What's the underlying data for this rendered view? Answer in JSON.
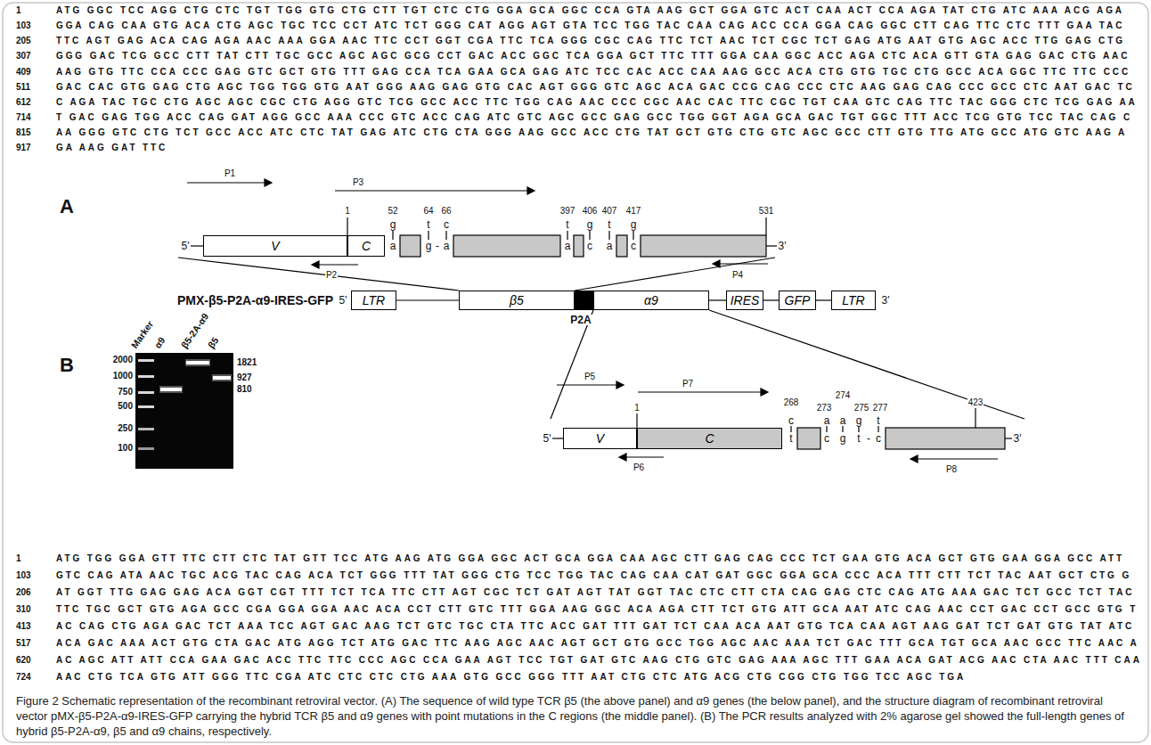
{
  "diagram": {
    "caption": "Figure 2 Schematic representation of the recombinant retroviral vector. (A) The sequence of wild type TCR β5 (the above panel) and α9 genes (the below panel), and the structure diagram of recombinant retroviral vector pMX-β5-P2A-α9-IRES-GFP carrying the hybrid TCR β5 and α9 genes with point mutations in the C regions (the middle panel). (B) The PCR results analyzed with 2% agarose gel showed the full-length genes of hybrid β5-P2A-α9, β5 and α9 chains, respectively.",
    "nodes": [
      {
        "text": [
          "V"
        ]
      },
      {
        "text": [
          "C"
        ]
      },
      {
        "text": [
          "LTR"
        ]
      },
      {
        "text": [
          "β5"
        ]
      },
      {
        "text": [
          "α9"
        ]
      },
      {
        "text": [
          "IRES"
        ]
      },
      {
        "text": [
          "GFP"
        ]
      },
      {
        "text": [
          "LTR"
        ]
      },
      {
        "text": [
          "V"
        ]
      },
      {
        "text": [
          "C"
        ]
      }
    ],
    "edges": [
      {
        "from": 2,
        "to": 3,
        "arrow": "none"
      },
      {
        "from": 4,
        "to": 5,
        "arrow": "none"
      },
      {
        "from": 5,
        "to": 6,
        "arrow": "none"
      },
      {
        "from": 6,
        "to": 7,
        "arrow": "none"
      }
    ],
    "labels": [
      "1",
      "ATG GGC TCC AGG CTG CTC TGT TGG GTG CTG CTT TGT CTC CTG GGA GCA GGC CCA GTA AAG GCT GGA GTC ACT CAA ACT CCA AGA TAT CTG ATC AAA ACG AGA",
      "103",
      "GGA CAG CAA GTG ACA CTG AGC TGC TCC CCT ATC TCT GGG CAT AGG AGT GTA TCC TGG TAC CAA CAG ACC CCA GGA CAG GGC CTT CAG TTC CTC TTT GAA TAC",
      "205",
      "TTC AGT GAG ACA CAG AGA AAC AAA GGA AAC TTC CCT GGT CGA TTC TCA GGG CGC CAG TTC TCT AAC TCT CGC TCT GAG ATG AAT GTG AGC ACC TTG GAG CTG",
      "307",
      "GGG GAC TCG GCC CTT TAT CTT TGC GCC AGC AGC GCG CCT GAC ACC GGC TCA GGA GCT TTC TTT GGA CAA GGC ACC AGA CTC ACA GTT GTA GAG GAC CTG AAC",
      "409",
      "AAG GTG TTC CCA CCC GAG GTC GCT GTG TTT GAG CCA TCA GAA GCA GAG ATC TCC CAC ACC CAA AAG GCC ACA CTG GTG TGC CTG GCC ACA GGC TTC TTC CCC",
      "511",
      "GAC CAC GTG GAG CTG AGC TGG TGG GTG AAT GGG AAG GAG GTG CAC AGT GGG GTC AGC ACA GAC CCG CAG CCC CTC AAG GAG CAG CCC GCC CTC AAT GAC TC",
      "612",
      "C AGA TAC TGC CTG AGC AGC CGC CTG AGG GTC TCG GCC ACC TTC TGG CAG AAC CCC CGC AAC CAC TTC CGC TGT CAA GTC CAG TTC TAC GGG CTC TCG GAG AA",
      "714",
      "T GAC GAG TGG ACC CAG GAT AGG GCC AAA CCC GTC ACC CAG ATC GTC AGC GCC GAG GCC TGG GGT AGA GCA GAC TGT GGC TTT ACC TCG GTG TCC TAC CAG C",
      "815",
      "AA GGG GTC CTG TCT GCC ACC ATC CTC TAT GAG ATC CTG CTA GGG AAG GCC ACC CTG TAT GCT GTG CTG GTC AGC GCC CTT GTG TTG ATG GCC ATG GTC AAG A",
      "917",
      "GA AAG GAT TTC",
      "A",
      "P1",
      "P3",
      "1",
      "52",
      "64",
      "66",
      "397",
      "406",
      "407",
      "417",
      "531",
      "g",
      "t",
      "c",
      "t",
      "g",
      "t",
      "g",
      "a",
      "g",
      "-",
      "a",
      "a",
      "c",
      "a",
      "c",
      "5'",
      "3'",
      "P2",
      "P4",
      "PMX-β5-P2A-α9-IRES-GFP",
      "5'",
      "P2A",
      "3'",
      "B",
      "Marker",
      "α9",
      "β5-2A-α9",
      "β5",
      "2000",
      "1000",
      "750",
      "500",
      "250",
      "100",
      "1821",
      "927",
      "810",
      "P5",
      "P7",
      "1",
      "268",
      "273",
      "274",
      "275",
      "277",
      "423",
      "c",
      "a",
      "a",
      "g",
      "t",
      "t",
      "c",
      "g",
      "t",
      "-",
      "c",
      "5'",
      "3'",
      "P6",
      "P8",
      "1",
      "ATG TGG GGA GTT TTC CTT CTC TAT GTT TCC ATG AAG ATG GGA GGC ACT GCA GGA CAA AGC CTT GAG CAG CCC TCT GAA GTG ACA GCT GTG GAA GGA GCC ATT",
      "103",
      "GTC CAG ATA AAC TGC ACG TAC CAG ACA TCT GGG TTT TAT GGG CTG TCC TGG TAC CAG CAA CAT GAT GGC GGA GCA CCC ACA TTT CTT TCT TAC AAT GCT CTG G",
      "206",
      "AT GGT TTG GAG GAG ACA GGT CGT TTT TCT TCA TTC CTT AGT CGC TCT GAT AGT TAT GGT TAC CTC CTT CTA CAG GAG CTC CAG ATG AAA GAC TCT GCC TCT TAC",
      "310",
      "TTC TGC GCT GTG AGA GCC CGA GGA GGA AAC ACA CCT CTT GTC TTT GGA AAG GGC ACA AGA CTT TCT GTG ATT GCA AAT ATC CAG AAC CCT GAC CCT GCC GTG T",
      "413",
      "AC CAG CTG AGA GAC TCT AAA TCC AGT GAC AAG TCT GTC TGC CTA TTC ACC GAT TTT GAT TCT CAA ACA AAT GTG TCA CAA AGT AAG GAT TCT GAT GTG TAT ATC",
      "517",
      "ACA GAC AAA ACT GTG CTA GAC ATG AGG TCT ATG GAC TTC AAG AGC AAC AGT GCT GTG GCC TGG AGC AAC AAA TCT GAC TTT GCA TGT GCA AAC GCC TTC AAC A",
      "620",
      "AC AGC ATT ATT CCA GAA GAC ACC TTC TTC CCC AGC CCA GAA AGT TCC TGT GAT GTC AAG CTG GTC GAG AAA AGC TTT GAA ACA GAT ACG AAC CTA AAC TTT CAA",
      "724",
      "AAC CTG TCA GTG ATT GGG TTC CGA ATC CTC CTC CTG AAA GTG GCC GGG TTT AAT CTG CTC ATG ACG CTG CGG CTG TGG TCC AGC TGA"
    ]
  }
}
